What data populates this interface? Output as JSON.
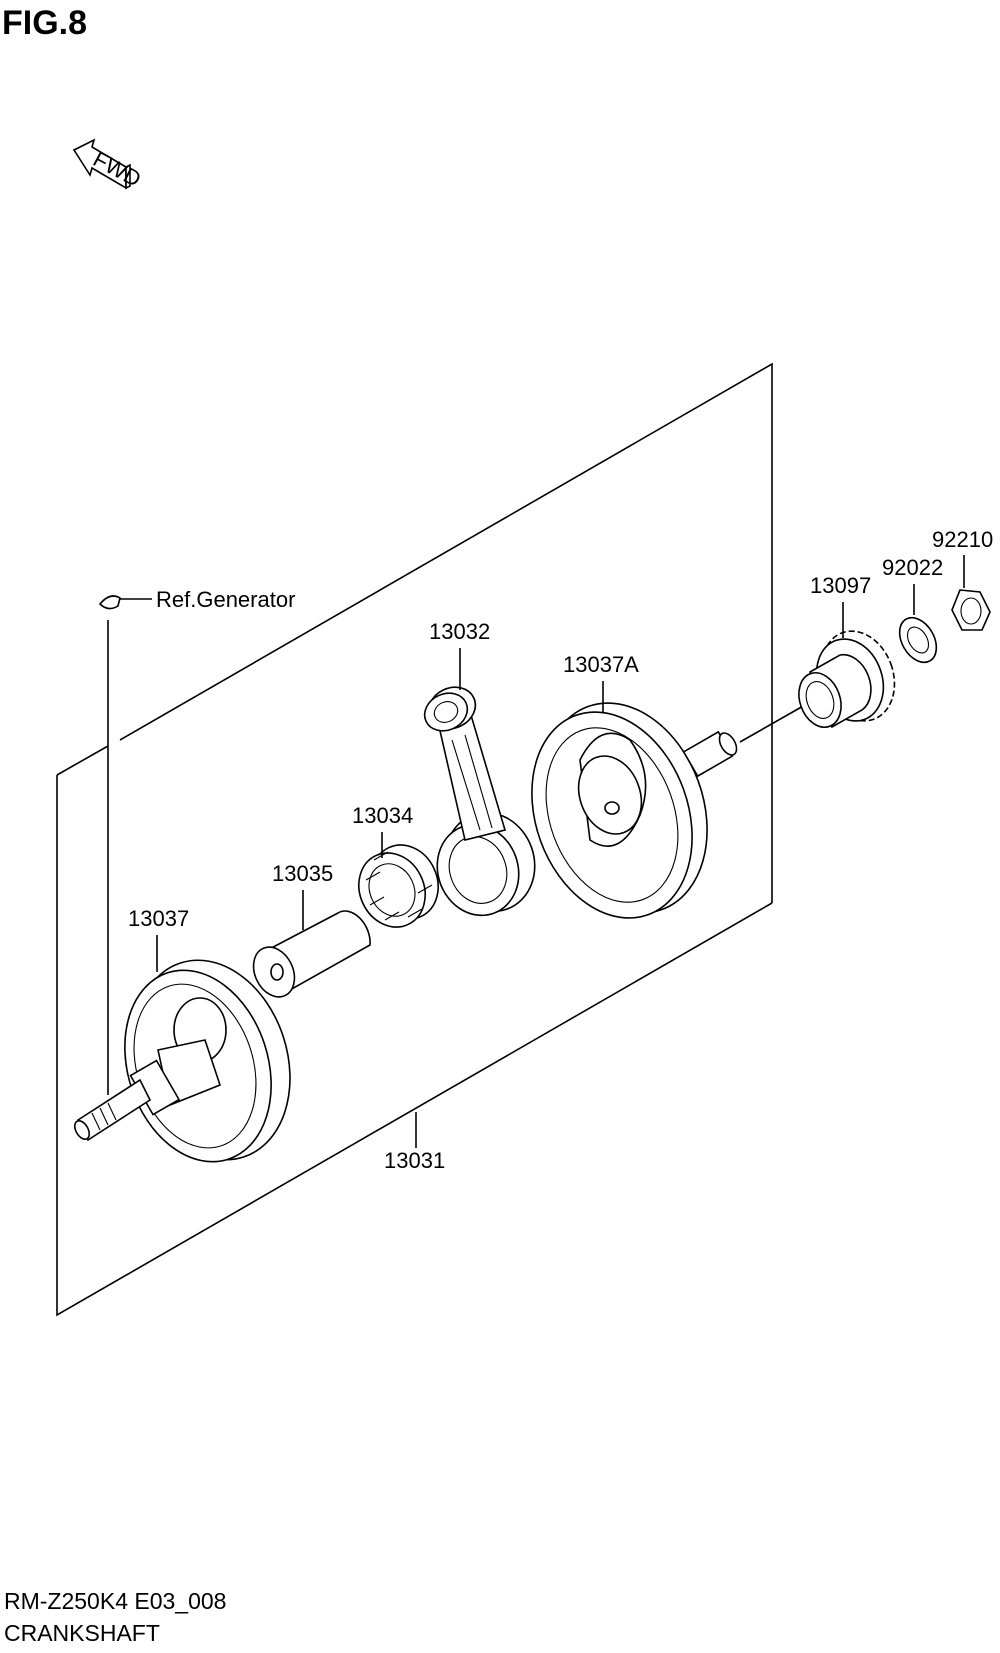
{
  "figure": {
    "title": "FIG.8",
    "fwd_label": "FWD",
    "model_code": "RM-Z250K4 E03_008",
    "section": "CRANKSHAFT"
  },
  "parts": {
    "p13031": "13031",
    "p13032": "13032",
    "p13034": "13034",
    "p13035": "13035",
    "p13037": "13037",
    "p13037A": "13037A",
    "p13097": "13097",
    "p92022": "92022",
    "p92210": "92210",
    "ref_generator": "Ref.Generator"
  }
}
